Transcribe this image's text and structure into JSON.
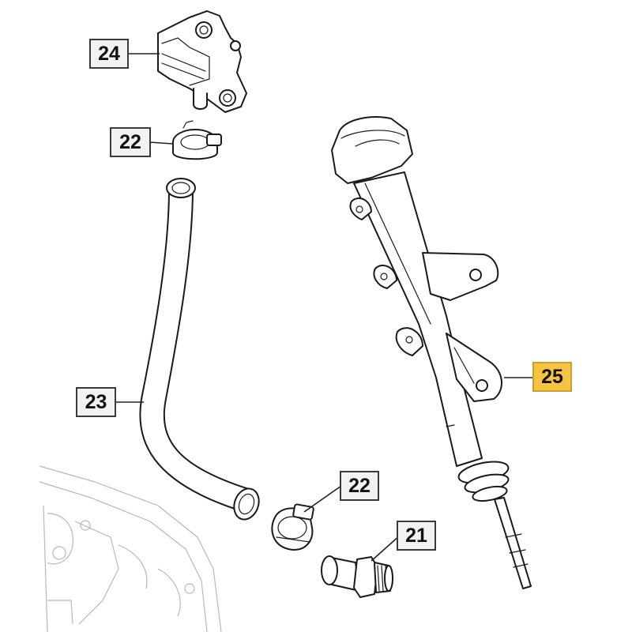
{
  "callouts": {
    "c24": {
      "label": "24",
      "highlighted": false
    },
    "c22_top": {
      "label": "22",
      "highlighted": false
    },
    "c23": {
      "label": "23",
      "highlighted": false
    },
    "c22_bottom": {
      "label": "22",
      "highlighted": false
    },
    "c21": {
      "label": "21",
      "highlighted": false
    },
    "c25": {
      "label": "25",
      "highlighted": true
    }
  },
  "colors": {
    "highlight": "#f5c443",
    "callout_bg": "#f2f2f2",
    "line": "#1a1a1a"
  }
}
